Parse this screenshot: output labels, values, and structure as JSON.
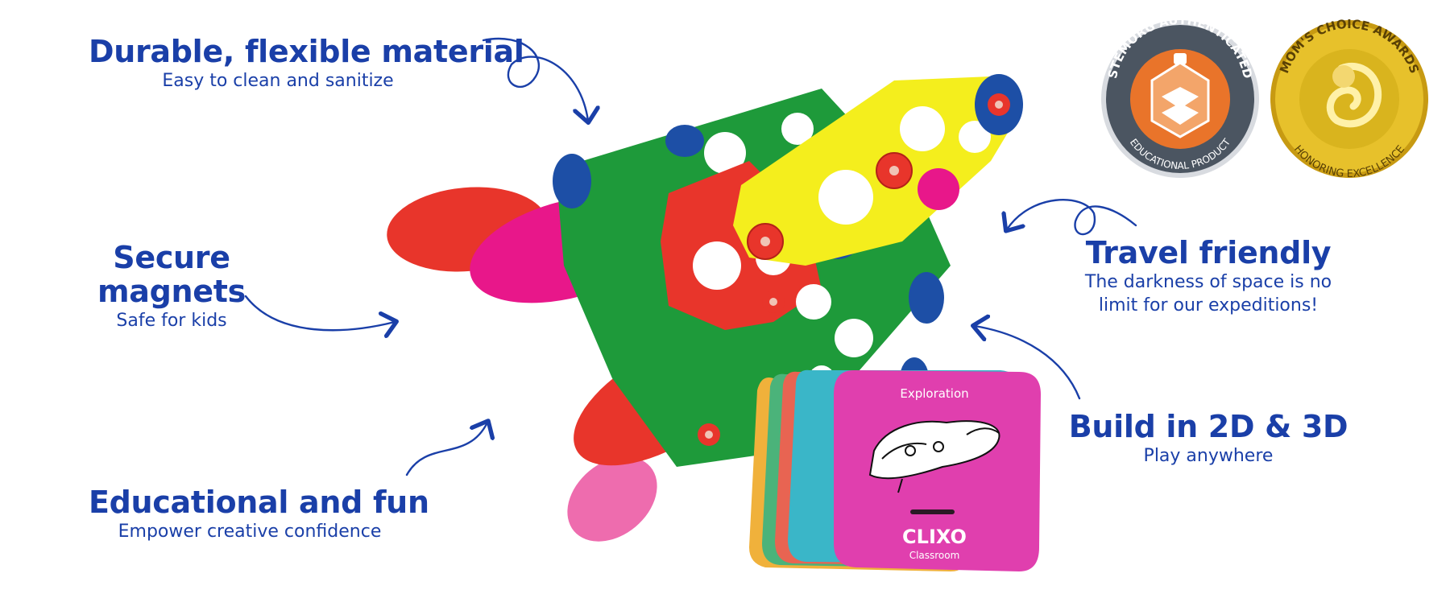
{
  "features": [
    {
      "title": "Durable, flexible material",
      "subtitle": "Easy to clean and sanitize"
    },
    {
      "title": "Secure magnets",
      "subtitle": "Safe for kids"
    },
    {
      "title": "Educational and fun",
      "subtitle": "Empower creative confidence"
    },
    {
      "title": "Travel friendly",
      "subtitle": "The darkness of space is no\nlimit for our expeditions!"
    },
    {
      "title": "Build in 2D & 3D",
      "subtitle": "Play anywhere"
    }
  ],
  "badges": {
    "stemorg": {
      "top": "STEMORG AUTHENTICATED",
      "bottom": "EDUCATIONAL PRODUCT"
    },
    "moms_choice": {
      "top": "MOM'S CHOICE AWARDS",
      "bottom": "HONORING EXCELLENCE"
    }
  },
  "card": {
    "title": "Exploration",
    "brand": "CLIXO",
    "brand_sub": "Classroom"
  },
  "colors": {
    "text": "#1a3fa8",
    "green": "#1e9a3a",
    "yellow": "#f4ee1d",
    "red": "#e8352b",
    "pink": "#e8178a",
    "blue": "#1d4fa6",
    "card_pink": "#e03fae",
    "gold": "#d9b41e",
    "badge_grey": "#4b5561",
    "badge_orange": "#e9742a"
  }
}
